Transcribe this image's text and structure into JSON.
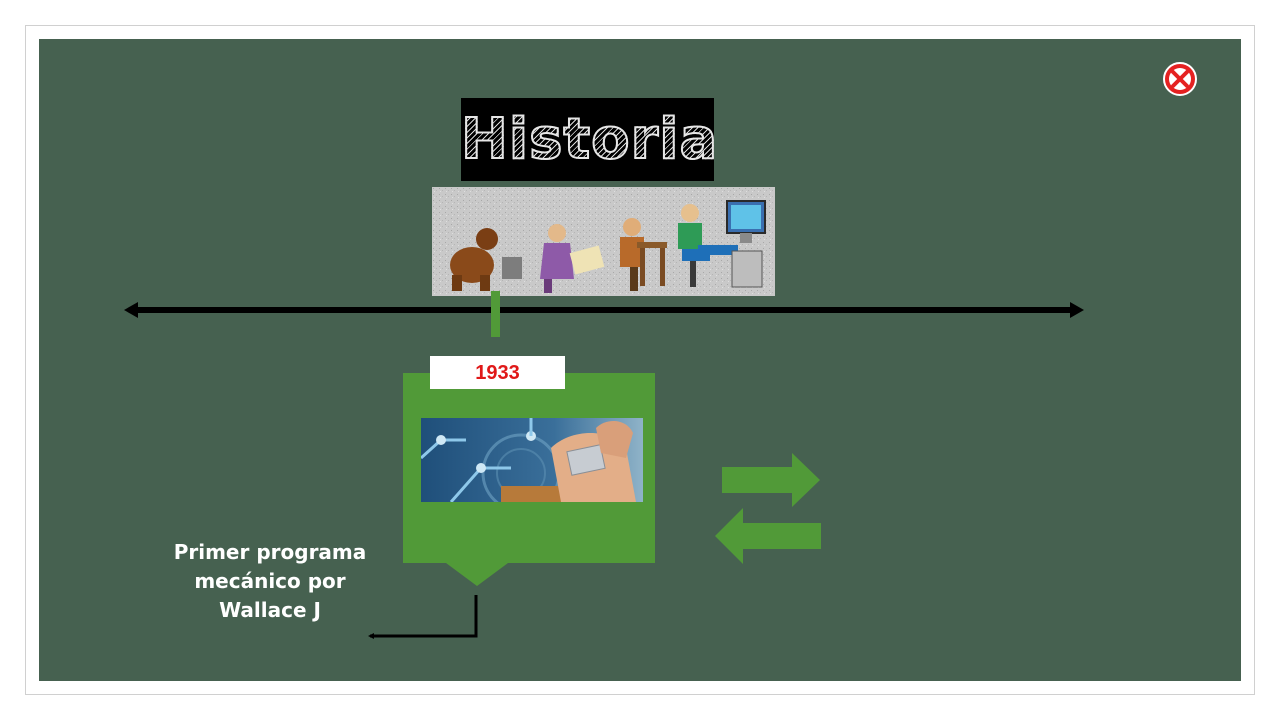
{
  "slide": {
    "title": "Historia",
    "year": "1933",
    "caption": "Primer programa\nmecánico por\nWallace J"
  },
  "icons": {
    "close": "close-icon",
    "next": "arrow-right-icon",
    "prev": "arrow-left-icon"
  },
  "colors": {
    "board": "#466150",
    "accent_green": "#519a38",
    "year_red": "#e01818",
    "close_red": "#e52121"
  }
}
